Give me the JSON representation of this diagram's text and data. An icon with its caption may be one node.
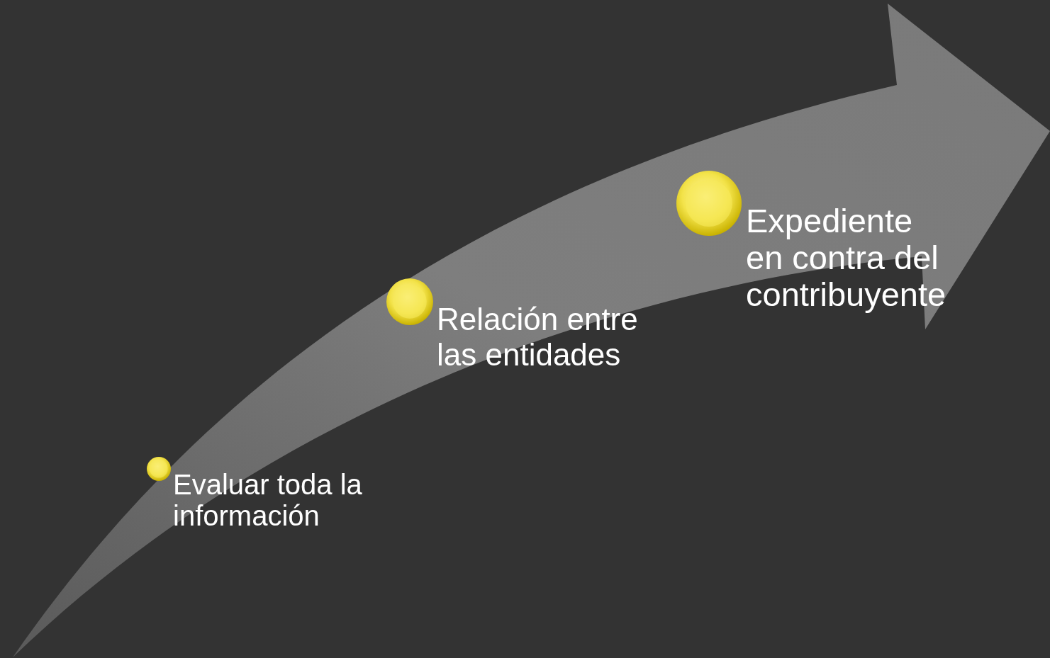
{
  "diagram": {
    "nodes": [
      {
        "text": [
          "Evaluar toda la información"
        ]
      },
      {
        "text": [
          "Relación entre las entidades"
        ]
      },
      {
        "text": [
          "Expediente en contra del contribuyente"
        ]
      }
    ]
  }
}
